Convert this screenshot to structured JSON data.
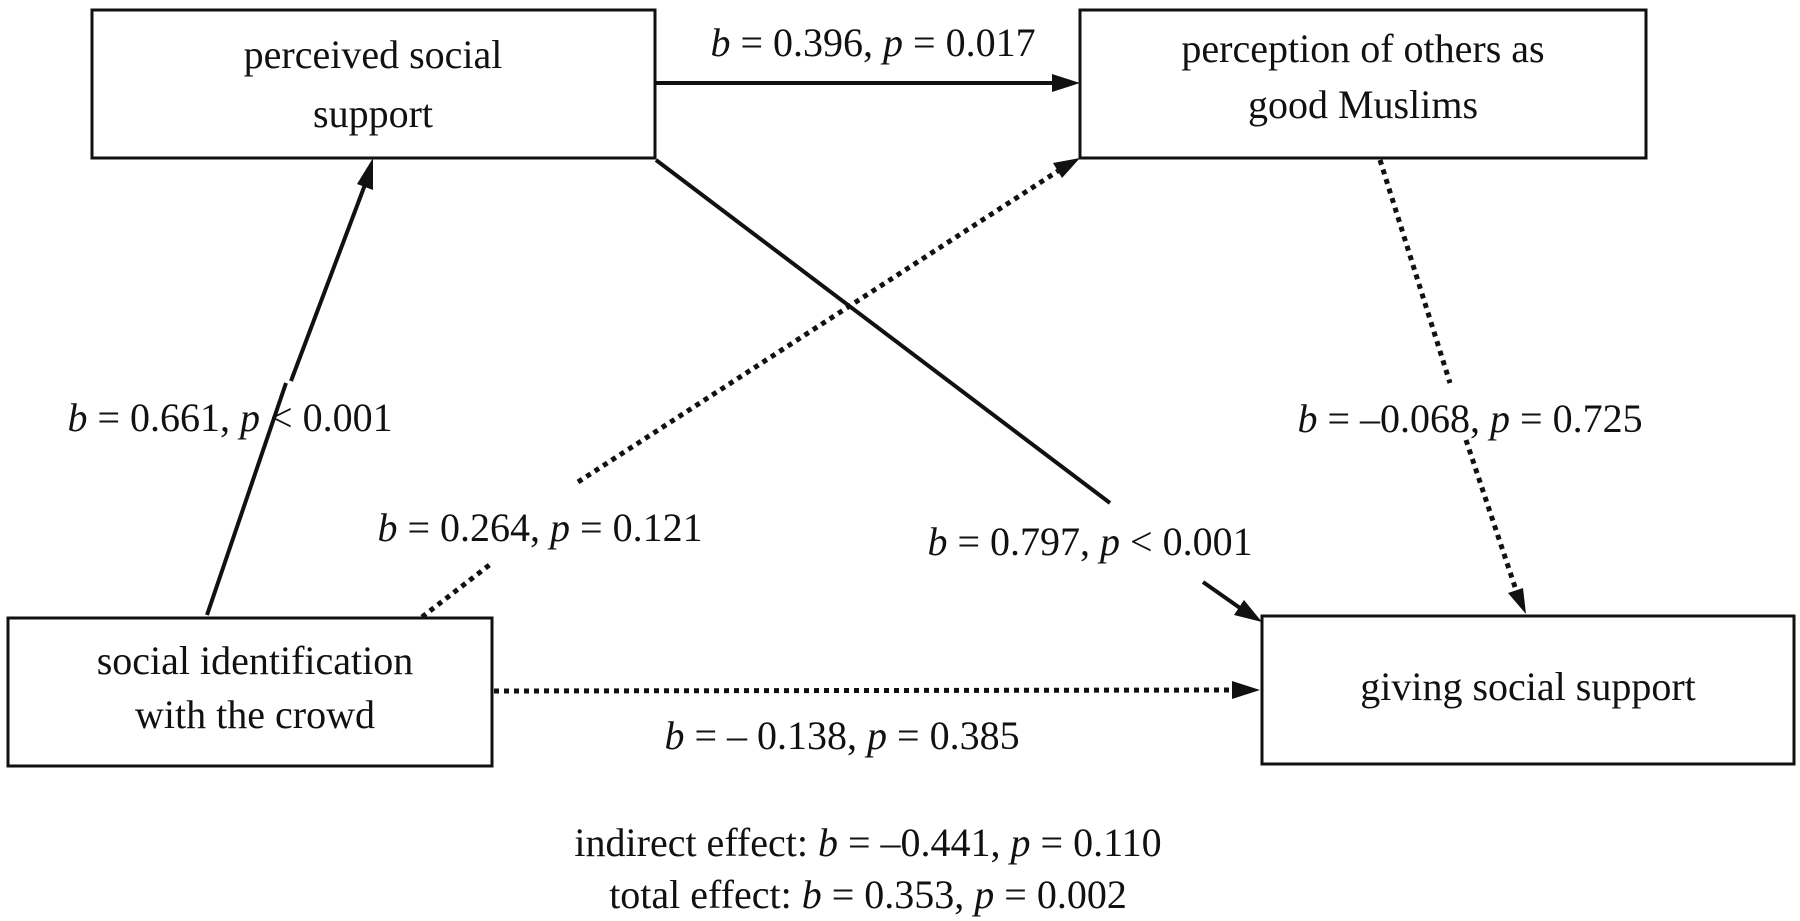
{
  "nodes": {
    "pss": {
      "line1": "perceived social",
      "line2": "support"
    },
    "pgm": {
      "line1": "perception of others as",
      "line2": "good Muslims"
    },
    "sic": {
      "line1": "social identification",
      "line2": "with the crowd"
    },
    "gss": {
      "line1": "giving social support"
    }
  },
  "paths": {
    "pss_pgm": {
      "b": "0.396",
      "p": "0.017",
      "op": "="
    },
    "sic_pss": {
      "b": "0.661",
      "p": "0.001",
      "op": "<"
    },
    "sic_pgm": {
      "b": "0.264",
      "p": "0.121",
      "op": "="
    },
    "pss_gss": {
      "b": "0.797",
      "p": "0.001",
      "op": "<"
    },
    "pgm_gss": {
      "b": "–0.068",
      "p": "0.725",
      "op": "="
    },
    "sic_gss": {
      "b": "– 0.138",
      "p": "0.385",
      "op": "="
    }
  },
  "effects": {
    "indirect_label": "indirect effect:",
    "indirect_b": "–0.441",
    "indirect_p": "0.110",
    "total_label": "total effect:",
    "total_b": "0.353",
    "total_p": "0.002"
  },
  "symbols": {
    "b": "b",
    "p": "p",
    "eq": "=",
    "comma": ","
  }
}
